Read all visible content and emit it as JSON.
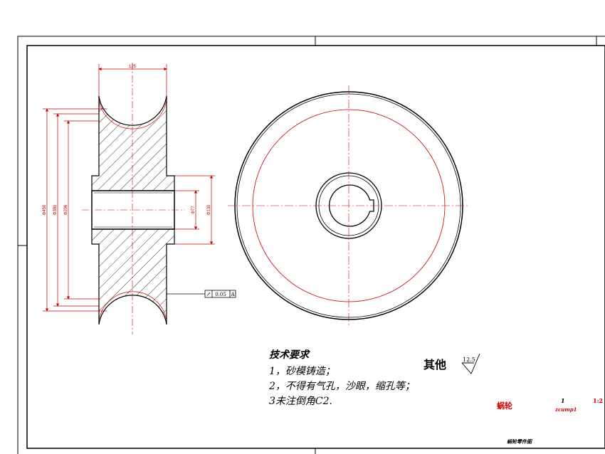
{
  "dimensions": {
    "width_total": "125",
    "dia_outer": "Φ450",
    "dia_rim": "Φ380",
    "dia_groove": "Φ296",
    "dia_bore": "Φ77",
    "dia_hub": "Φ130"
  },
  "tolerance_frame": {
    "symbol": "↗",
    "value": "0.05",
    "datum": "A"
  },
  "tech_requirements": {
    "title": "技术要求",
    "lines": [
      "1，砂模铸造；",
      "2，不得有气孔，沙眼，缩孔等；",
      "3未注倒角C2."
    ]
  },
  "surface_finish": {
    "label": "其他",
    "value": "12.5"
  },
  "title_block": {
    "part_name": "蜗轮",
    "quantity": "1",
    "scale": "1:2",
    "company": "zcump1",
    "drawing_name": "蜗轮零件图"
  },
  "colors": {
    "line": "#000000",
    "dimension": "#c00000",
    "centerline": "#d00000"
  }
}
